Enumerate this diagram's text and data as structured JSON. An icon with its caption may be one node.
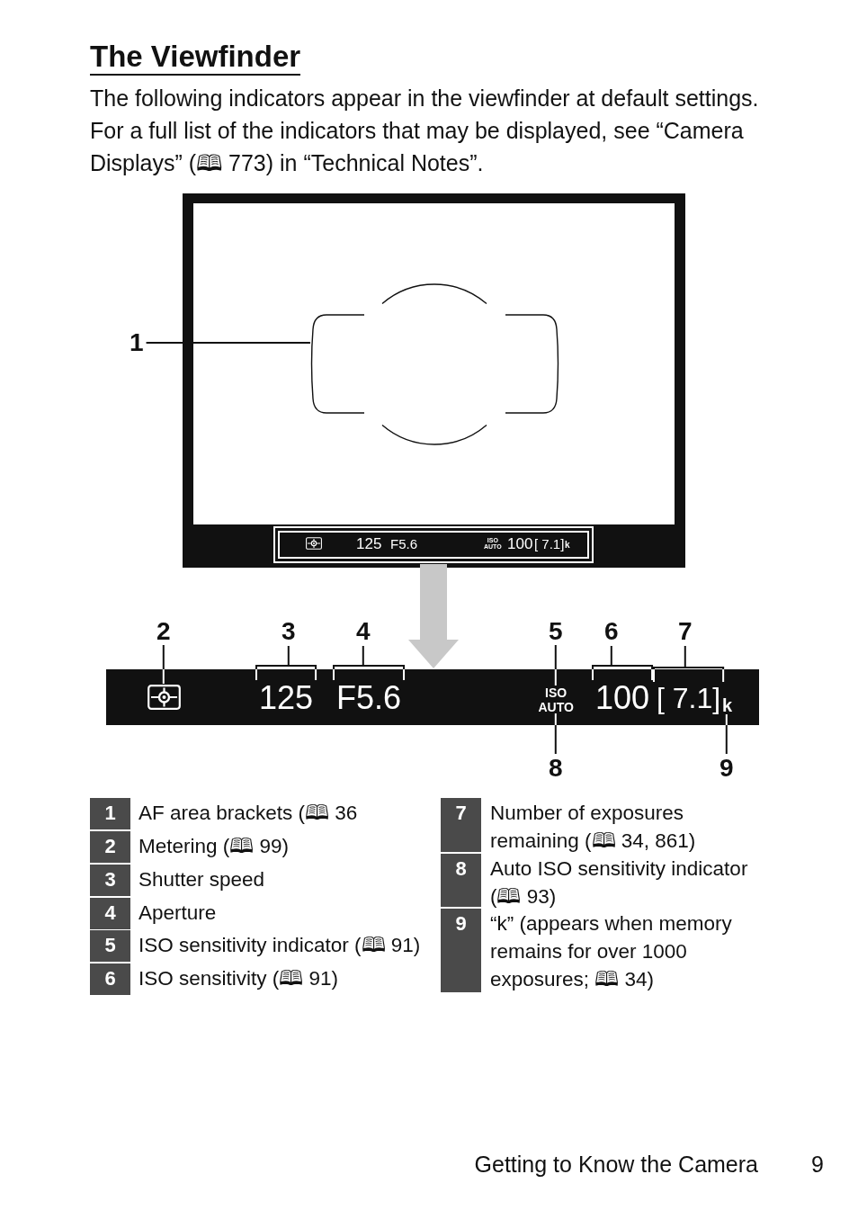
{
  "diagram": {
    "title": "The Viewfinder",
    "nodes": [
      {
        "text": [],
        "shape": "box"
      },
      {
        "text": [],
        "shape": "picture",
        "in": 0
      },
      {
        "text": [
          "1"
        ]
      },
      {
        "text": [
          "125",
          "F5.6",
          "ISO AUTO",
          "100",
          "[ 7.1]",
          "k"
        ],
        "in": 0
      },
      {
        "text": [
          "2"
        ]
      },
      {
        "text": [
          "3"
        ]
      },
      {
        "text": [
          "4"
        ]
      },
      {
        "text": [
          "5"
        ]
      },
      {
        "text": [
          "6"
        ]
      },
      {
        "text": [
          "7"
        ]
      },
      {
        "text": [],
        "shape": "bar"
      },
      {
        "text": [],
        "shape": "picture",
        "in": 10
      },
      {
        "text": [
          "125"
        ],
        "in": 10
      },
      {
        "text": [
          "F5.6"
        ],
        "in": 10
      },
      {
        "text": [
          "ISO"
        ],
        "in": 10
      },
      {
        "text": [
          "AUTO"
        ],
        "in": 10
      },
      {
        "text": [
          "100"
        ],
        "in": 10
      },
      {
        "text": [
          "[ 7.1]"
        ],
        "in": 10
      },
      {
        "text": [
          "k"
        ],
        "in": 10
      },
      {
        "text": [
          "8"
        ]
      },
      {
        "text": [
          "9"
        ]
      }
    ],
    "edges": [
      {
        "from": 2,
        "to": 1,
        "arrow": "none"
      },
      {
        "from": 3,
        "to": 10,
        "arrow": "to",
        "style": "thick",
        "color": "#c8c8c8"
      },
      {
        "from": 4,
        "to": 11,
        "arrow": "none"
      },
      {
        "from": 5,
        "to": 12,
        "arrow": "none"
      },
      {
        "from": 6,
        "to": 13,
        "arrow": "none"
      },
      {
        "from": 7,
        "to": 14,
        "arrow": "none"
      },
      {
        "from": 8,
        "to": 16,
        "arrow": "none"
      },
      {
        "from": 9,
        "to": 17,
        "arrow": "none"
      },
      {
        "from": 19,
        "to": 15,
        "arrow": "none"
      },
      {
        "from": 20,
        "to": 18,
        "arrow": "none"
      }
    ],
    "labels": [
      "The following indicators appear in the viewfinder at default settings. For a full list of the indicators that may be displayed, see “Camera Displays” (🕮 773) in “Technical Notes”.",
      "1",
      "AF area brackets (🕮 36",
      "2",
      "Metering (🕮 99)",
      "3",
      "Shutter speed",
      "4",
      "Aperture",
      "5",
      "ISO sensitivity indicator (🕮 91)",
      "6",
      "ISO sensitivity (🕮 91)",
      "7",
      "Number of exposures remaining (🕮 34, 861)",
      "8",
      "Auto ISO sensitivity indicator (🕮 93)",
      "9",
      "“k” (appears when memory remains for over 1000 exposures; 🕮 34)",
      "Getting to Know the Camera",
      "9"
    ]
  }
}
